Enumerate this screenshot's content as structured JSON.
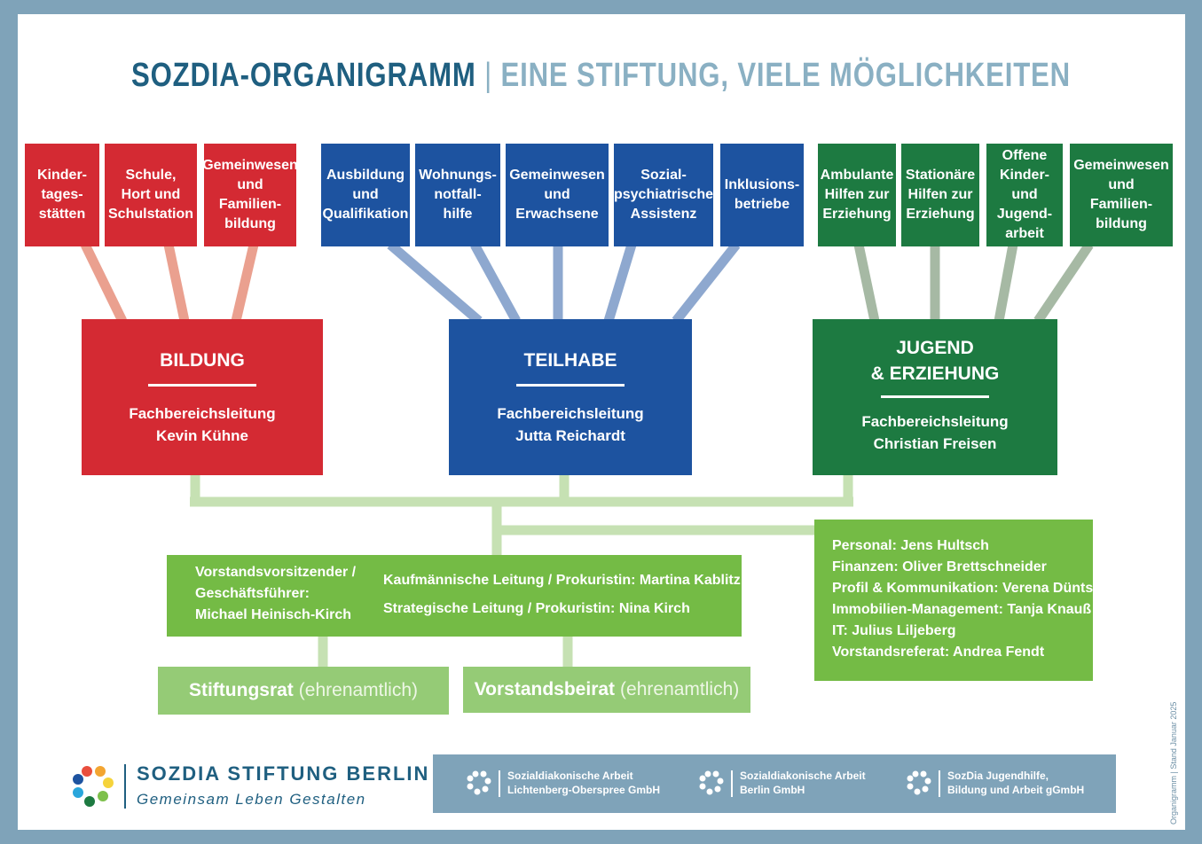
{
  "title": {
    "main": "SOZDIA-ORGANIGRAMM",
    "separator": "|",
    "subtitle": "EINE STIFTUNG, VIELE MÖGLICHKEITEN"
  },
  "bildung": {
    "units": [
      "Kinder-\ntages-\nstätten",
      "Schule,\nHort und\nSchulstation",
      "Gemeinwesen\nund\nFamilien-\nbildung"
    ],
    "head": "BILDUNG",
    "role": "Fachbereichsleitung",
    "person": "Kevin Kühne",
    "color": "#d42a33",
    "line_color": "#eaa08f"
  },
  "teilhabe": {
    "units": [
      "Ausbildung\nund\nQualifikation",
      "Wohnungs-\nnotfall-\nhilfe",
      "Gemeinwesen\nund\nErwachsene",
      "Sozial-\npsychiatrische\nAssistenz",
      "Inklusions-\nbetriebe"
    ],
    "head": "TEILHABE",
    "role": "Fachbereichsleitung",
    "person": "Jutta Reichardt",
    "color": "#1d53a0",
    "line_color": "#8ea8cf"
  },
  "jugend": {
    "units": [
      "Ambulante\nHilfen zur\nErziehung",
      "Stationäre\nHilfen zur\nErziehung",
      "Offene\nKinder-\nund\nJugend-\narbeit",
      "Gemeinwesen\nund\nFamilien-\nbildung"
    ],
    "head": "JUGEND\n& ERZIEHUNG",
    "role": "Fachbereichsleitung",
    "person": "Christian Freisen",
    "color": "#1d7a41",
    "line_color": "#a6b9a4"
  },
  "board": {
    "chair": "Vorstandsvorsitzender /\nGeschäftsführer:\nMichael Heinisch-Kirch",
    "commercial": "Kaufmännische Leitung / Prokuristin: Martina Kablitz",
    "strategic": "Strategische Leitung / Prokuristin: Nina Kirch",
    "color": "#74bb45",
    "connector_color": "#c6e1b3"
  },
  "staff": [
    "Personal: Jens Hultsch",
    "Finanzen: Oliver Brettschneider",
    "Profil & Kommunikation: Verena Düntsch",
    "Immobilien-Management: Tanja Knauß",
    "IT: Julius Liljeberg",
    "Vorstandsreferat: Andrea Fendt"
  ],
  "councils": [
    {
      "name": "Stiftungsrat",
      "note": "(ehrenamtlich)"
    },
    {
      "name": "Vorstandsbeirat",
      "note": "(ehrenamtlich)"
    }
  ],
  "brand": {
    "name": "SOZDIA STIFTUNG BERLIN",
    "tagline": "Gemeinsam Leben Gestalten"
  },
  "companies": [
    "Sozialdiakonische Arbeit\nLichtenberg-Oberspree GmbH",
    "Sozialdiakonische Arbeit\nBerlin GmbH",
    "SozDia Jugendhilfe,\nBildung und Arbeit gGmbH"
  ],
  "side_note": "Organigramm | Stand Januar 2025"
}
